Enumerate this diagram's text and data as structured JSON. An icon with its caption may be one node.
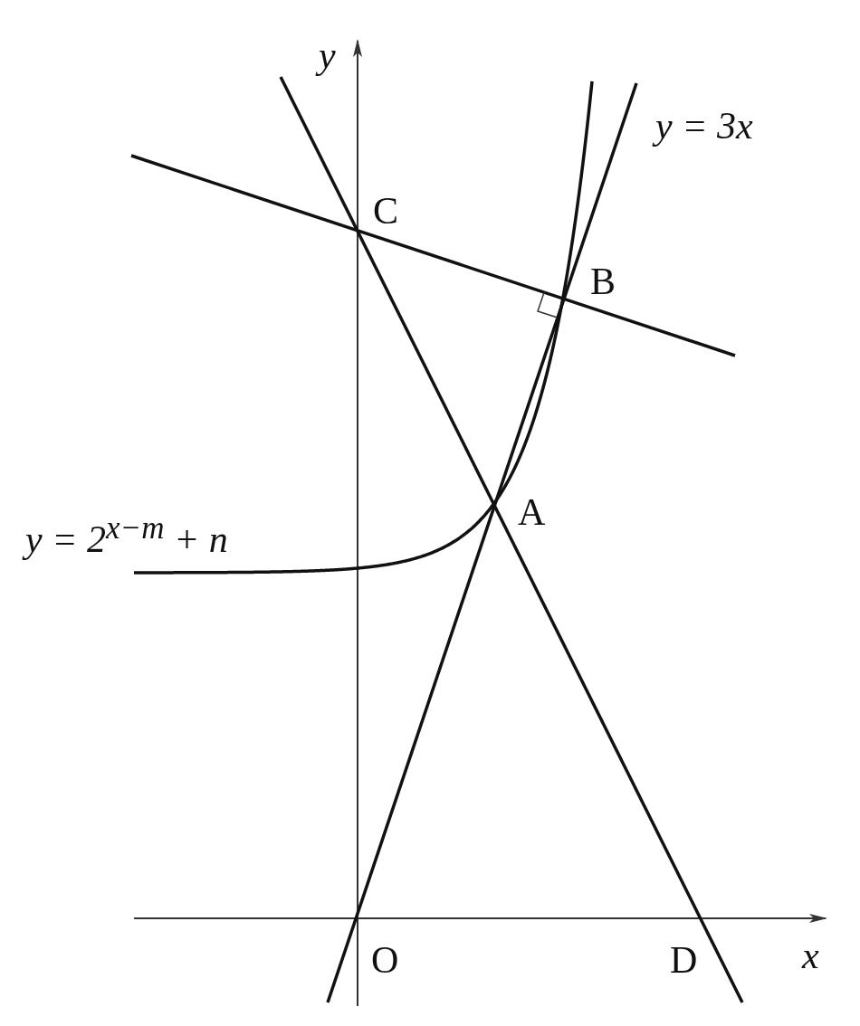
{
  "diagram": {
    "labels": [
      "y",
      "y = 3x",
      "C",
      "B",
      "A",
      "y = 2$^{x−m}$ + n",
      "O",
      "D",
      "x"
    ]
  }
}
